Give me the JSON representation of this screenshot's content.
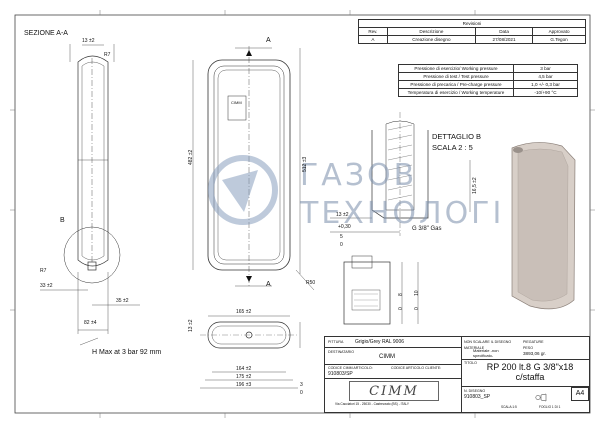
{
  "section_title": "SEZIONE A-A",
  "detail_title": "DETTAGLIO B",
  "detail_scale": "SCALA 2 : 5",
  "h_max_note": "H Max at 3 bar 92 mm",
  "section_letters": {
    "a": "A",
    "b": "B"
  },
  "dims": {
    "d13": "13 ±2",
    "r7_top": "R7",
    "r7_bottom": "R7",
    "d33": "33 ±2",
    "d35": "35 ±2",
    "d82": "82 ±4",
    "d482": "482 ±2",
    "d512": "512 ±3",
    "r50": "R50",
    "d165": "165 ±2",
    "d164": "164 ±2",
    "d175": "175 ±2",
    "d196": "196 ±3",
    "d13_side": "13 ±2",
    "d3": "3",
    "d0": "0",
    "d16_5": "16,5 ±2",
    "d13_detail": "13 ±2",
    "d0_30": "+0,30",
    "d5": "5",
    "d0b": "0",
    "gas": "G 3/8\" Gas",
    "d8": "8",
    "d0c": "0",
    "d10": "10",
    "d0d": "0"
  },
  "label_cimm": "CIMM",
  "revisions": {
    "title": "Revisioni",
    "headers": [
      "Rev.",
      "Descrizione",
      "Data",
      "Approvato"
    ],
    "rows": [
      [
        "A",
        "Creazione disegno",
        "27/08/2021",
        "G.Tegon"
      ]
    ]
  },
  "specs": [
    [
      "Pressione di esercizio/ Working pressure",
      "3 bar"
    ],
    [
      "Pressione di test / Test pressure",
      "4,5 bar"
    ],
    [
      "Pressione di precarica / Pre-charge pressure",
      "1,0 +/- 0,3 bar"
    ],
    [
      "Temperatura di esercizio / Working temperature",
      "-10/+90 °C"
    ]
  ],
  "title_block": {
    "paint_label": "PITTURA",
    "paint_value": "Grigio/Grey RAL 9006",
    "dest_label": "DESTINATARIO",
    "dest_value": "CIMM",
    "code_cimm_label": "CODICE CIMM ARTICOLO:",
    "code_cimm_value": "910803/SP",
    "code_client_label": "CODICE ARTICOLO CLIENTE:",
    "code_client_value": "",
    "tolerance_label": "NON SCALARE IL DISEGNO",
    "material_label": "MATERIALE",
    "material_value": "Materiale -non specificato-",
    "weight_label": "PESO",
    "weight_value": "3893,06 gr.",
    "bend_label": "PIEGATURE",
    "title_label": "TITOLO",
    "title_value": "RP 200 lt.8 G 3/8\"x18 c/staffa",
    "drawing_no_label": "N. DISEGNO",
    "drawing_no_value": "910803_SP",
    "size": "A4",
    "logo_text": "CIMM",
    "address": "Via Cacciatori 15 - 25030 - Castrezzato (BS) - ITALY",
    "sheet": "FOGLIO 1 DI 1",
    "scale": "SCALA:1:5"
  },
  "watermark": {
    "line1": "ГАЗОВ",
    "line2": "ТЕХНОЛОГІ"
  },
  "colors": {
    "line": "#333333",
    "tank_fill": "#d8cfc8",
    "tank_stroke": "#8a7f78",
    "wm": "#7f96b8"
  }
}
